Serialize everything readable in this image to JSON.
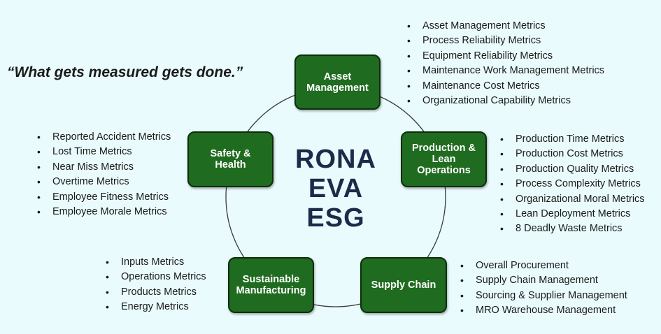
{
  "quote": "“What gets measured gets done.”",
  "center": [
    "RONA",
    "EVA",
    "ESG"
  ],
  "nodes": {
    "asset": [
      "Asset",
      "Management"
    ],
    "production": [
      "Production &",
      "Lean",
      "Operations"
    ],
    "supply": [
      "Supply Chain"
    ],
    "sustainable": [
      "Sustainable",
      "Manufacturing"
    ],
    "safety": [
      "Safety &",
      "Health"
    ]
  },
  "lists": {
    "asset": [
      "Asset Management Metrics",
      "Process Reliability Metrics",
      "Equipment Reliability Metrics",
      "Maintenance Work Management Metrics",
      "Maintenance Cost Metrics",
      "Organizational Capability Metrics"
    ],
    "production": [
      "Production Time Metrics",
      "Production Cost Metrics",
      "Production Quality Metrics",
      "Process Complexity Metrics",
      "Organizational Moral Metrics",
      "Lean Deployment Metrics",
      "8 Deadly Waste Metrics"
    ],
    "supply": [
      "Overall Procurement",
      "Supply Chain Management",
      "Sourcing & Supplier Management",
      "MRO Warehouse Management"
    ],
    "sustainable": [
      "Inputs Metrics",
      "Operations Metrics",
      "Products Metrics",
      "Energy Metrics"
    ],
    "safety": [
      "Reported Accident Metrics",
      "Lost Time Metrics",
      "Near Miss Metrics",
      "Overtime Metrics",
      "Employee Fitness Metrics",
      "Employee Morale Metrics"
    ]
  },
  "colors": {
    "node_fill": "#1f6b1f",
    "node_border": "#0d2e0d",
    "center_text": "#1f2a4a",
    "background": "#e9fbfd"
  },
  "bullet": "•"
}
